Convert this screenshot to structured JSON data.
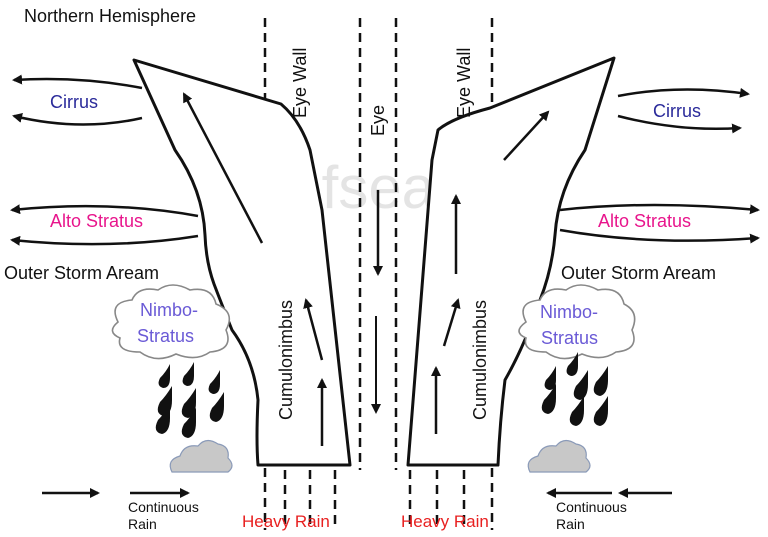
{
  "title": "Northern Hemisphere",
  "watermark": "cultofsea.com",
  "labels": {
    "eye": "Eye",
    "eye_wall_left": "Eye Wall",
    "eye_wall_right": "Eye Wall",
    "cirrus_left": "Cirrus",
    "cirrus_right": "Cirrus",
    "alto_left": "Alto Stratus",
    "alto_right": "Alto Stratus",
    "outer_left": "Outer Storm Aream",
    "outer_right": "Outer Storm Aream",
    "nimbo_left_1": "Nimbo-",
    "nimbo_left_2": "Stratus",
    "nimbo_right_1": "Nimbo-",
    "nimbo_right_2": "Stratus",
    "cumulo_left": "Cumulonimbus",
    "cumulo_right": "Cumulonimbus",
    "heavy_rain_left": "Heavy Rain",
    "heavy_rain_right": "Heavy Rain",
    "continuous_left_1": "Continuous",
    "continuous_left_2": "Rain",
    "continuous_right_1": "Continuous",
    "continuous_right_2": "Rain"
  },
  "colors": {
    "cirrus": "#2a2a9a",
    "alto_stratus": "#e8158c",
    "nimbo_stratus": "#6a5ad6",
    "heavy_rain": "#e82020",
    "outline": "#111111",
    "watermark": "#e4e4e4",
    "small_cloud_fill": "#c8c8c8"
  },
  "icons": [
    "nimbo-cloud-icon",
    "rain-drop-icon",
    "small-grey-cloud-icon",
    "flow-arrow-icon"
  ]
}
